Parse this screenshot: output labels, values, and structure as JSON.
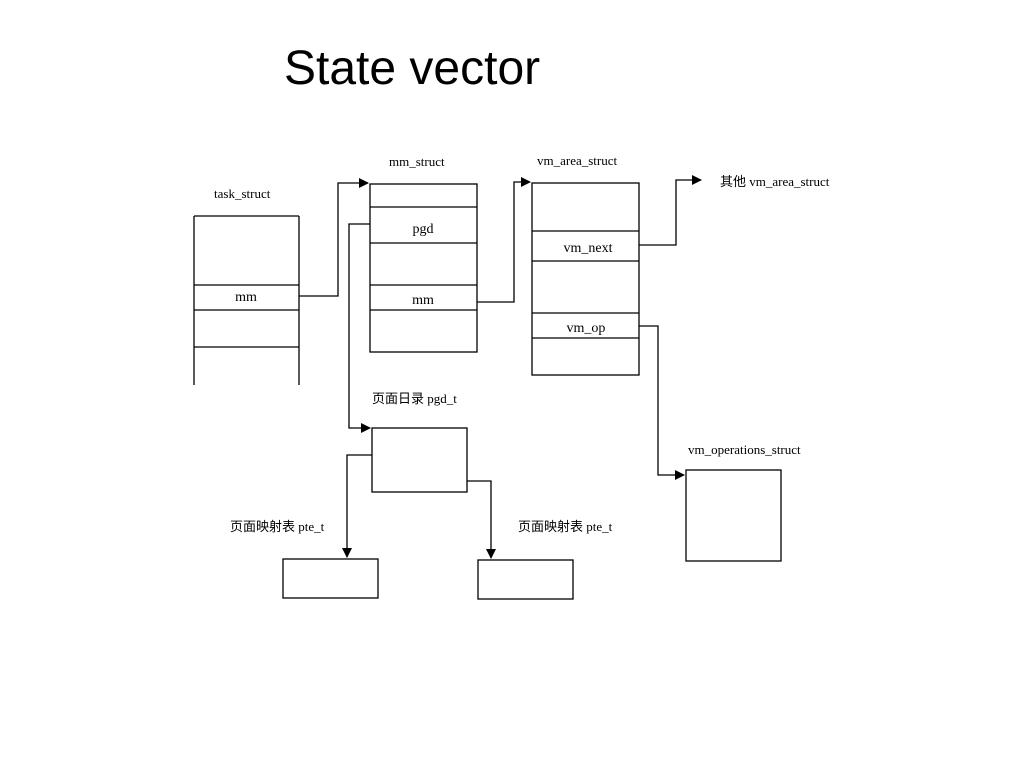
{
  "title": "State vector",
  "diagram": {
    "task_struct": {
      "label": "task_struct",
      "field_mm": "mm"
    },
    "mm_struct": {
      "label": "mm_struct",
      "field_pgd": "pgd",
      "field_mm": "mm"
    },
    "vm_area_struct": {
      "label": "vm_area_struct",
      "field_vm_next": "vm_next",
      "field_vm_op": "vm_op"
    },
    "other_vm_area": {
      "label": "其他 vm_area_struct"
    },
    "page_directory": {
      "label": "页面日录 pgd_t"
    },
    "page_table_left": {
      "label": "页面映射表 pte_t"
    },
    "page_table_right": {
      "label": "页面映射表 pte_t"
    },
    "vm_operations_struct": {
      "label": "vm_operations_struct"
    }
  }
}
